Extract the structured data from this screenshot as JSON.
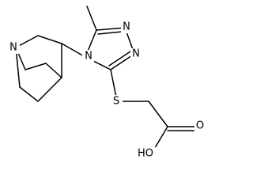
{
  "atoms": {
    "quinuclidine_n": "N",
    "triazole_n4": "N",
    "triazole_n1": "N",
    "triazole_n2": "N",
    "thioether_s": "S",
    "carbonyl_o": "O",
    "hydroxyl": "HO"
  },
  "colors": {
    "bond": "#000000",
    "label": "#000000",
    "background": "#ffffff"
  }
}
